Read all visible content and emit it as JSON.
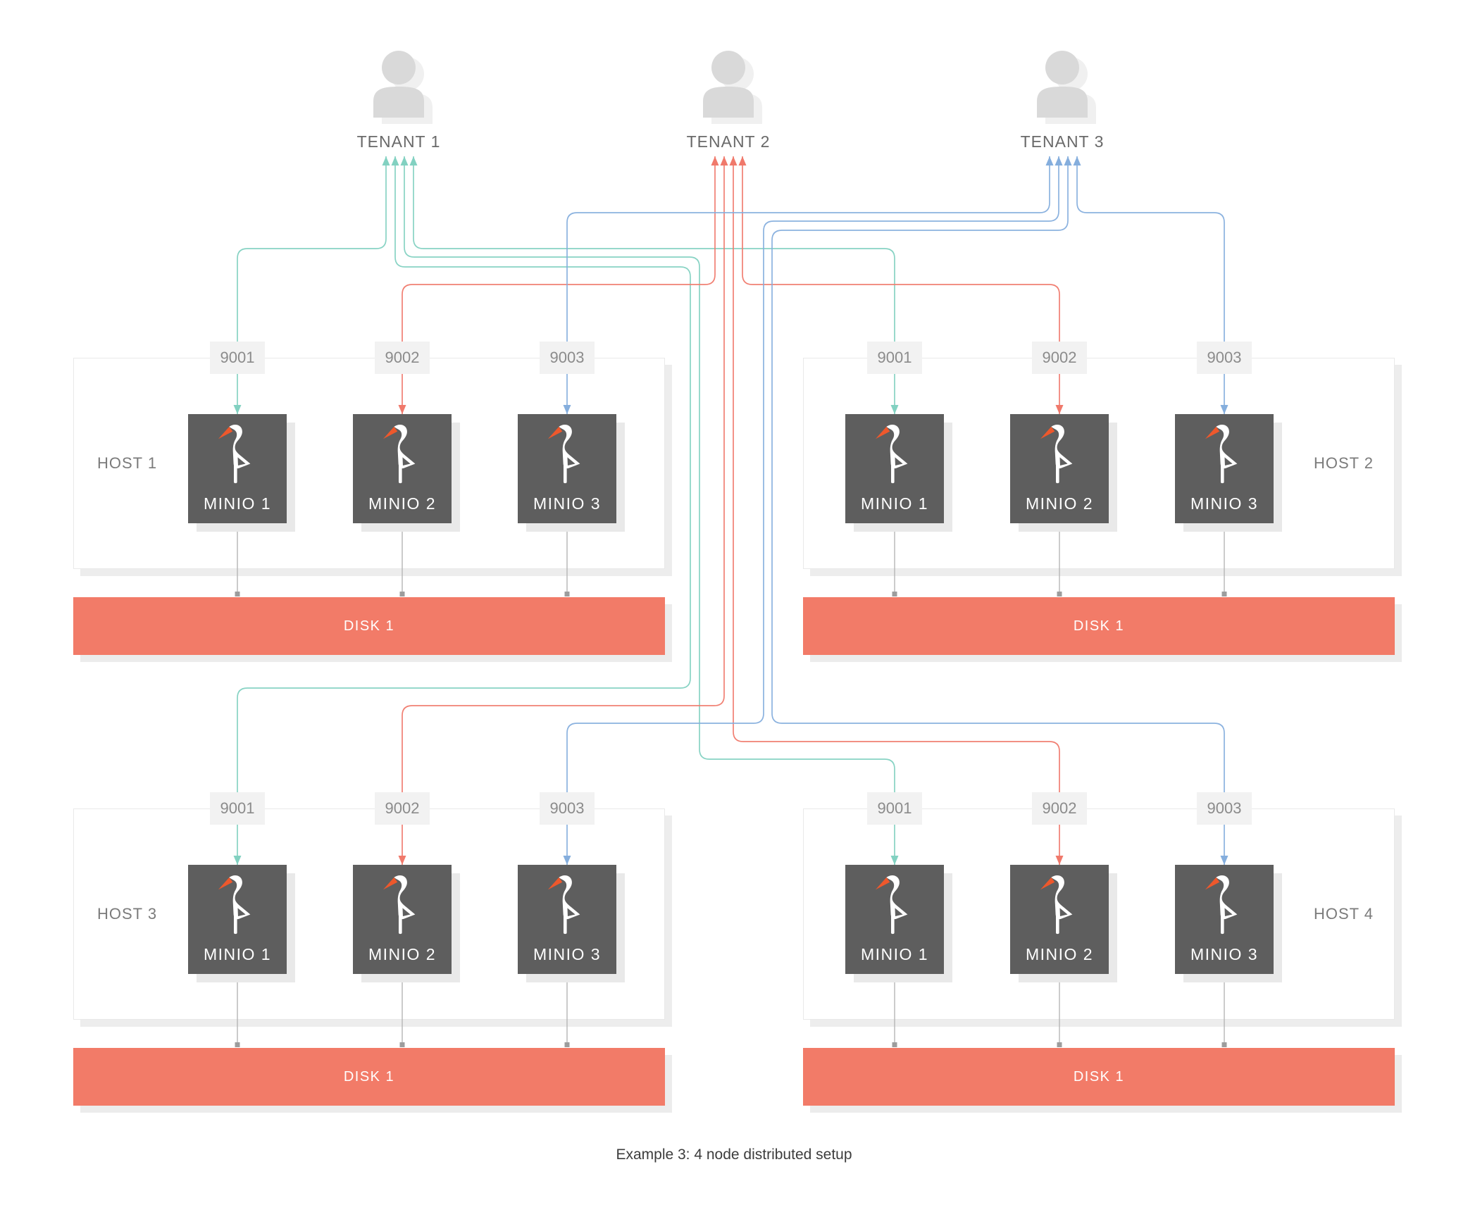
{
  "caption": "Example 3: 4 node distributed setup",
  "tenants": [
    {
      "label": "TENANT 1"
    },
    {
      "label": "TENANT 2"
    },
    {
      "label": "TENANT 3"
    }
  ],
  "hosts": [
    {
      "label": "HOST 1",
      "label_side": "left",
      "disk_label": "DISK 1",
      "nodes": [
        {
          "label": "MINIO 1",
          "port": "9001"
        },
        {
          "label": "MINIO 2",
          "port": "9002"
        },
        {
          "label": "MINIO 3",
          "port": "9003"
        }
      ]
    },
    {
      "label": "HOST 2",
      "label_side": "right",
      "disk_label": "DISK 1",
      "nodes": [
        {
          "label": "MINIO 1",
          "port": "9001"
        },
        {
          "label": "MINIO 2",
          "port": "9002"
        },
        {
          "label": "MINIO 3",
          "port": "9003"
        }
      ]
    },
    {
      "label": "HOST 3",
      "label_side": "left",
      "disk_label": "DISK 1",
      "nodes": [
        {
          "label": "MINIO 1",
          "port": "9001"
        },
        {
          "label": "MINIO 2",
          "port": "9002"
        },
        {
          "label": "MINIO 3",
          "port": "9003"
        }
      ]
    },
    {
      "label": "HOST 4",
      "label_side": "right",
      "disk_label": "DISK 1",
      "nodes": [
        {
          "label": "MINIO 1",
          "port": "9001"
        },
        {
          "label": "MINIO 2",
          "port": "9002"
        },
        {
          "label": "MINIO 3",
          "port": "9003"
        }
      ]
    }
  ],
  "connections": [
    {
      "tenant": 0,
      "host": 0,
      "node": 0,
      "port": "9001"
    },
    {
      "tenant": 0,
      "host": 1,
      "node": 0,
      "port": "9001"
    },
    {
      "tenant": 0,
      "host": 2,
      "node": 0,
      "port": "9001"
    },
    {
      "tenant": 0,
      "host": 3,
      "node": 0,
      "port": "9001"
    },
    {
      "tenant": 1,
      "host": 0,
      "node": 1,
      "port": "9002"
    },
    {
      "tenant": 1,
      "host": 1,
      "node": 1,
      "port": "9002"
    },
    {
      "tenant": 1,
      "host": 2,
      "node": 1,
      "port": "9002"
    },
    {
      "tenant": 1,
      "host": 3,
      "node": 1,
      "port": "9002"
    },
    {
      "tenant": 2,
      "host": 0,
      "node": 2,
      "port": "9003"
    },
    {
      "tenant": 2,
      "host": 1,
      "node": 2,
      "port": "9003"
    },
    {
      "tenant": 2,
      "host": 2,
      "node": 2,
      "port": "9003"
    },
    {
      "tenant": 2,
      "host": 3,
      "node": 2,
      "port": "9003"
    }
  ],
  "colors": {
    "tenant_lines": [
      "#82d1c1",
      "#f0796b",
      "#85aedd"
    ],
    "disk": "#f27b68",
    "node_box": "#5e5e5e",
    "logo_beak": "#ee582c",
    "person_icon": "#d9d9d9",
    "person_shadow": "#f0f0f0",
    "link_gray": "#b5b5b5",
    "link_square": "#9d9d9d"
  }
}
